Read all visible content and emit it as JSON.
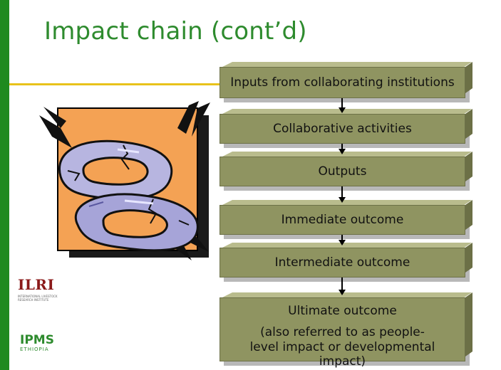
{
  "slide": {
    "title": "Impact chain (cont’d)",
    "colors": {
      "accent_bar": "#1f8a1f",
      "title": "#2e8b2e",
      "rule": "#e8c21a",
      "box": "#8f9461"
    }
  },
  "diagram": {
    "boxes": [
      {
        "label": "Inputs from collaborating institutions"
      },
      {
        "label": "Collaborative activities"
      },
      {
        "label": "Outputs"
      },
      {
        "label": "Immediate outcome"
      },
      {
        "label": "Intermediate outcome"
      },
      {
        "label": "Ultimate outcome"
      }
    ],
    "ultimate_note": "(also referred to as people-level impact or developmental impact)"
  },
  "logos": {
    "ilri": "ILRI",
    "ilri_sub": "INTERNATIONAL LIVESTOCK RESEARCH INSTITUTE",
    "ipms": "IPMS",
    "ipms_sub": "ETHIOPIA"
  },
  "illustration": {
    "icon": "broken-chain-icon"
  }
}
